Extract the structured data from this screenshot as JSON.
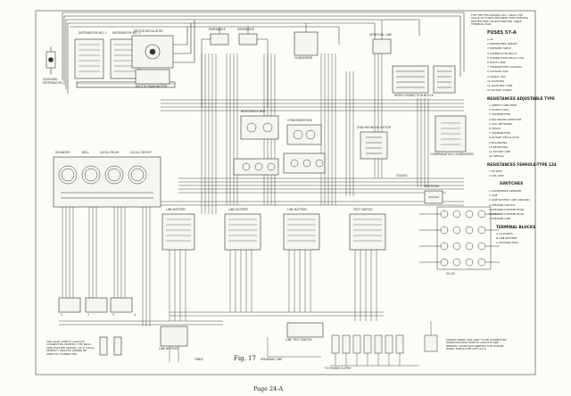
{
  "page": {
    "figure": "Fig. 17",
    "page_label": "Page 24-A"
  },
  "colors": {
    "ink": "#2e2e2e",
    "paper": "#fdfcf8",
    "wire": "#3a3a3a"
  },
  "notes": {
    "top_right_note": "FOR THE FOLLOWING LIST, USING THE VALUE OF FUSES REQUIRED FOR EXISTING PROTECTION ON DISTRIBUTOR TABLE TERMINAL BAR",
    "left_note": "SOLENOID DISTRIBUTOR",
    "bottom_left_note": "FOR MALE SPEECH CIRCUITS CONNECTED PRINTED, THE BOSS LINK TWISTED WIRING, AS IF LOCAL PERFECT TWISTED WIRING BE DIRECTLY CONNECTED",
    "bottom_right_note": "PIGEON WIRES ARE ONLY TO BE CONNECTED WHEN MULTIPLE SPEECH CIRCUITS ARE NEEDED; WHEN NOT NEEDED THE PIGEON WIRES SHOULD BE LEFT AS IS",
    "ceases_note": "CEASES",
    "local_note": "LOCAL CIRCUIT"
  },
  "fuses": {
    "title": "FUSES 57-A",
    "items": [
      "1  2A",
      "2  SEPARATING TABLES",
      "3  SPEAKER TABLE",
      "4  CONNECTION RELAY",
      "5  CONNECTION RELAY COIL",
      "6  PILOT LAMP",
      "7  TRANSMITTER COOLING",
      "8  COOLING FAN",
      "9  SIGNAL FAN",
      "10  LIGHTING",
      "11  LIGHTING LAMP",
      "12  ROTARY SUPPLY"
    ]
  },
  "resistances_adj": {
    "title": "RESISTANCES ADJUSTABLE TYPE",
    "items": [
      "1  SPEECH AMPLIFIER",
      "2  OUTPUT REG.",
      "3  TRANSMITTER",
      "4  BALANCING RESISTOR",
      "5  COIL NETWORK",
      "6  SHUNT",
      "7  TRANSMITTER",
      "8  ROTARY REGULATOR",
      "9  BALANCING",
      "10  RECEIVING",
      "11  ROTARY LINE",
      "12  SPECIAL"
    ]
  },
  "resistances_fer": {
    "title": "RESISTANCES FERRULE-TYPE 124",
    "items": [
      "1  5K OHM",
      "2  10K OHM"
    ]
  },
  "switches": {
    "title": "SWITCHES",
    "items": [
      "1  CONDENSER SPEAKER",
      "2  LINE",
      "3  LINE BATTERY AND GROUND",
      "4  SPEAKER SWITCH",
      "5  SPEAKER DISTRIBUTION",
      "6  SPEAKER DISTRIBUTION",
      "7  SPEAKER LINE"
    ]
  },
  "terminal_blocks": {
    "title": "TERMINAL BLOCKS",
    "items": [
      "A  16 POINTS",
      "B  LINE BATTERY",
      "C  DISTRIBUTION"
    ]
  },
  "labels": {
    "distributor_1": "DISTRIBUTOR NO. 1",
    "distributor_2": "DISTRIBUTOR NO. 2",
    "motor_regulator": "MOTOR REGULATOR",
    "motor_transmitter": "MOTOR TRANSMITTER",
    "impedance_1": "IMPEDANCE",
    "impedance_2": "IMPEDANCE",
    "condenser_1": "CONDENSER",
    "artificial_line": "ARTIFICIAL LINE",
    "inter_connection_block": "INTER-CONNECTION BLOCK",
    "compensation_condensers": "COMPENSATION CONDENSERS",
    "line_battery_1": "LINE BATTERY",
    "line_battery_2": "LINE BATTERY",
    "line_battery_3": "LINE BATTERY",
    "line_battery_bl": "LINE BATTERY",
    "test_switch": "TEST SWITCH",
    "line_test_switch": "LINE TEST SWITCH",
    "rectifier": "RECTIFIER",
    "local_relay": "LOCAL RELAY",
    "sounder": "SOUNDER",
    "bell": "BELL",
    "condenser_box": "CONDENSER BOX",
    "resistance_box": "RESISTANCE BOX",
    "synchronous_motor": "SYNCHRONOUS MOTOR",
    "table_label": "TABLE",
    "speaking_line": "SPEAKING LINE",
    "power_supply": "TO POWER SUPPLY",
    "hz": "50 HZ",
    "num_1": "1",
    "num_2": "2",
    "num_3": "3",
    "num_4": "4"
  }
}
